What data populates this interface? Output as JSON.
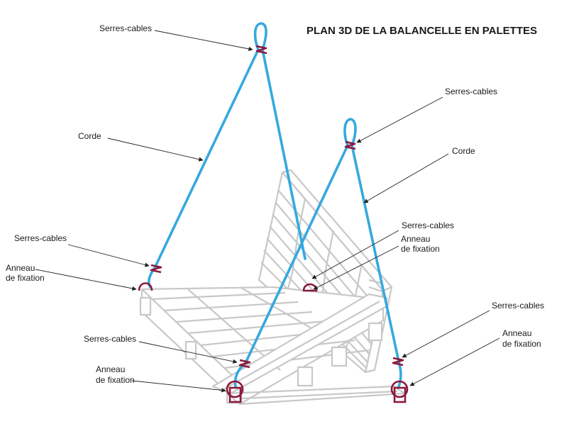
{
  "title": "PLAN 3D DE LA BALANCELLE EN PALETTES",
  "labels": {
    "serres_cables": "Serres-cables",
    "corde": "Corde",
    "anneau_line1": "Anneau",
    "anneau_line2": "de fixation"
  },
  "colors": {
    "rope": "#35a9de",
    "hardware": "#8b1a3c",
    "pallet": "#c8c8c8"
  }
}
